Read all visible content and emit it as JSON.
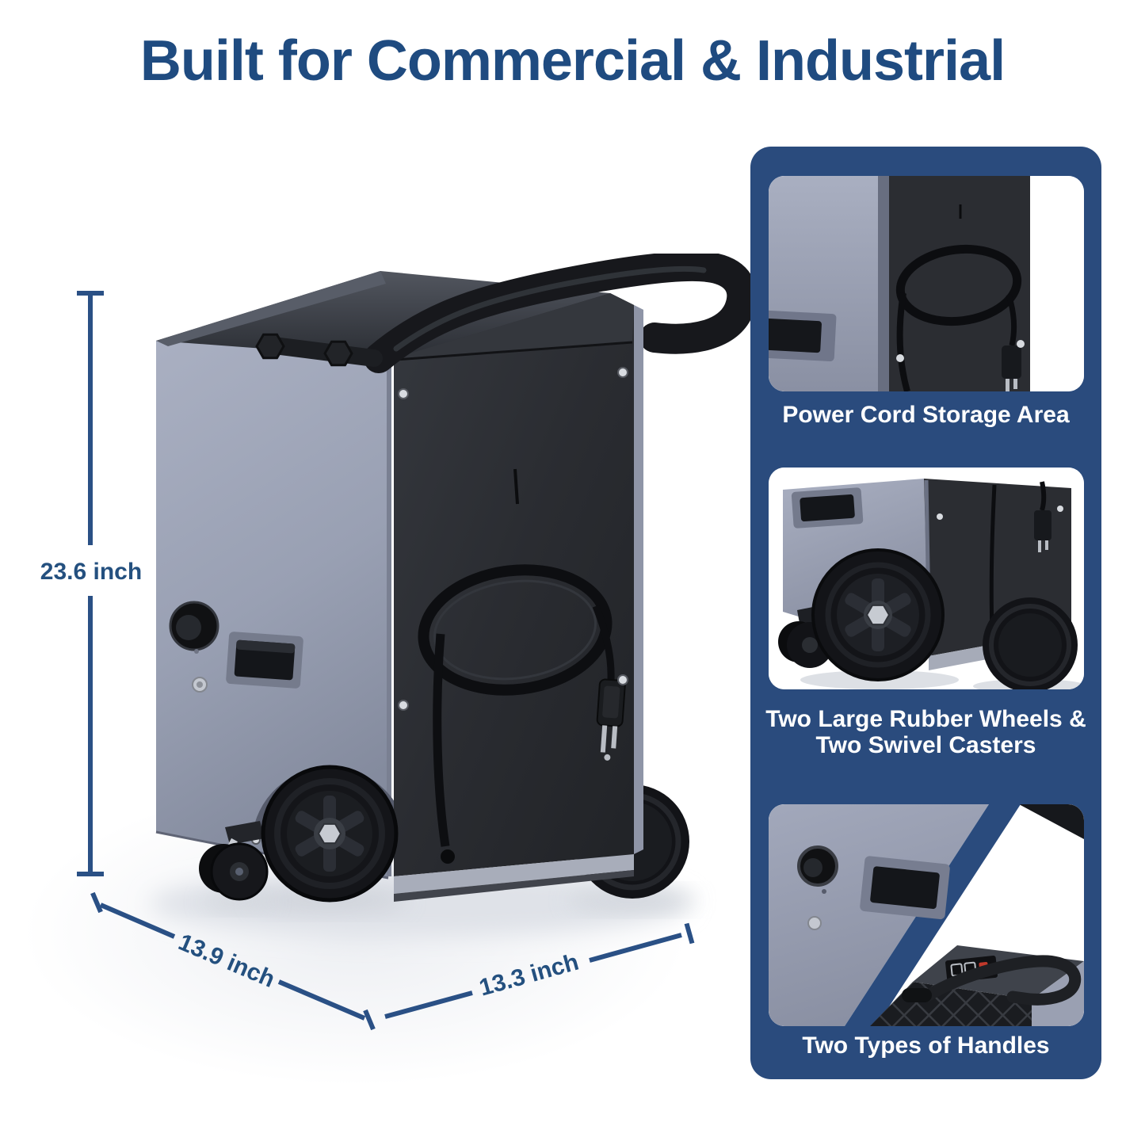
{
  "title": "Built for Commercial & Industrial",
  "dimensions": {
    "height": "23.6 inch",
    "depth": "13.9 inch",
    "width": "13.3 inch"
  },
  "features_panel": {
    "items": [
      {
        "image_name": "power-cord-storage-closeup",
        "caption_lines": [
          "Power Cord Storage Area"
        ]
      },
      {
        "image_name": "wheels-and-casters-closeup",
        "caption_lines": [
          "Two Large Rubber Wheels &",
          "Two Swivel Casters"
        ]
      },
      {
        "image_name": "two-handles-closeup",
        "caption_lines": [
          "Two Types of Handles"
        ]
      }
    ]
  },
  "colors": {
    "accent_blue": "#2A4B7D",
    "title_blue": "#1F4B80",
    "dimension_blue": "#2A5085",
    "body_gray": "#9AA0B3",
    "panel_black": "#2B2D32",
    "caption_white": "#FFFFFF",
    "background": "#FFFFFF"
  }
}
